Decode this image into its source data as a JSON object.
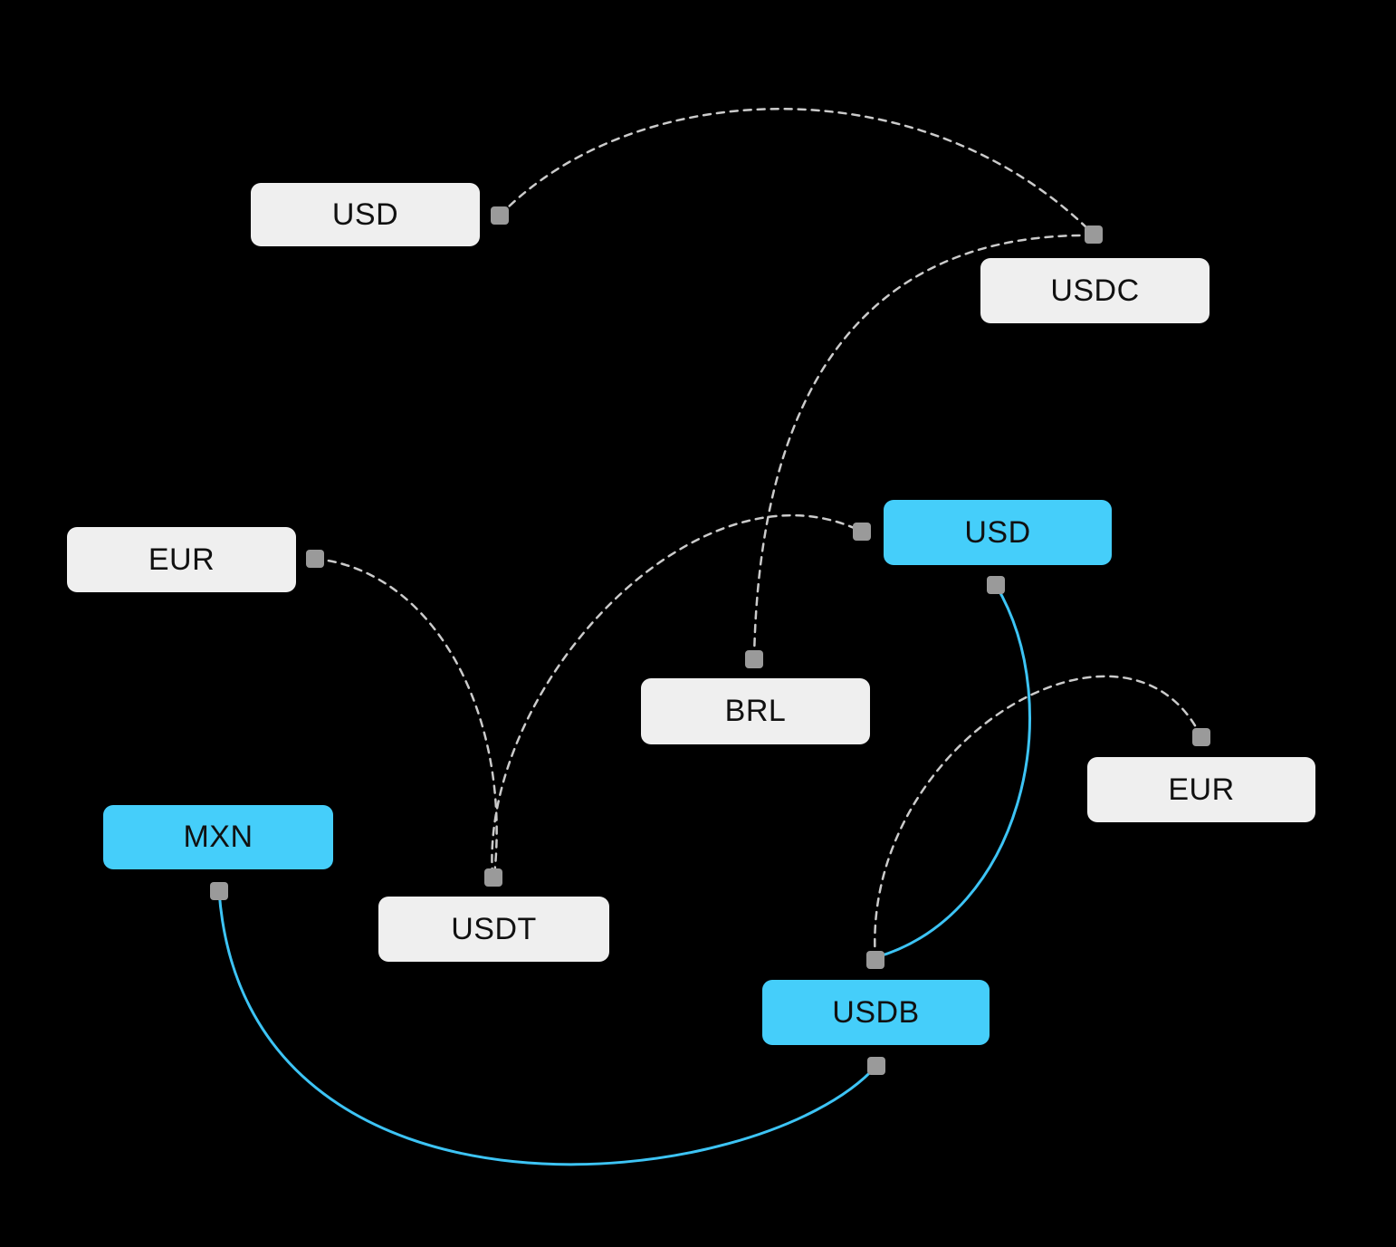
{
  "diagram": {
    "canvas_bg": "#000000",
    "colors": {
      "canvas_bg": "#000000",
      "node_light_fill": "#EFEFEF",
      "node_highlight_fill": "#45CEFA",
      "node_text": "#111111",
      "edge_dashed": "#CBCBCB",
      "edge_solid": "#3DC4F5",
      "connector_fill": "#9A9A9A"
    },
    "nodes": [
      {
        "id": "usd-top",
        "label": "USD",
        "variant": "light"
      },
      {
        "id": "usdc",
        "label": "USDC",
        "variant": "light"
      },
      {
        "id": "eur-left",
        "label": "EUR",
        "variant": "light"
      },
      {
        "id": "usd-mid",
        "label": "USD",
        "variant": "highlight"
      },
      {
        "id": "brl",
        "label": "BRL",
        "variant": "light"
      },
      {
        "id": "eur-right",
        "label": "EUR",
        "variant": "light"
      },
      {
        "id": "mxn",
        "label": "MXN",
        "variant": "highlight"
      },
      {
        "id": "usdt",
        "label": "USDT",
        "variant": "light"
      },
      {
        "id": "usdb",
        "label": "USDB",
        "variant": "highlight"
      }
    ],
    "edges": [
      {
        "from": "USD (top)",
        "to": "USDC",
        "style": "dashed"
      },
      {
        "from": "BRL",
        "to": "USDC",
        "style": "dashed"
      },
      {
        "from": "EUR (left)",
        "to": "USDT",
        "style": "dashed"
      },
      {
        "from": "USDT",
        "to": "USD (mid)",
        "style": "dashed"
      },
      {
        "from": "USDB",
        "to": "EUR (right)",
        "style": "dashed"
      },
      {
        "from": "USD (mid)",
        "to": "USDB",
        "style": "solid"
      },
      {
        "from": "MXN",
        "to": "USDB",
        "style": "solid"
      }
    ]
  }
}
